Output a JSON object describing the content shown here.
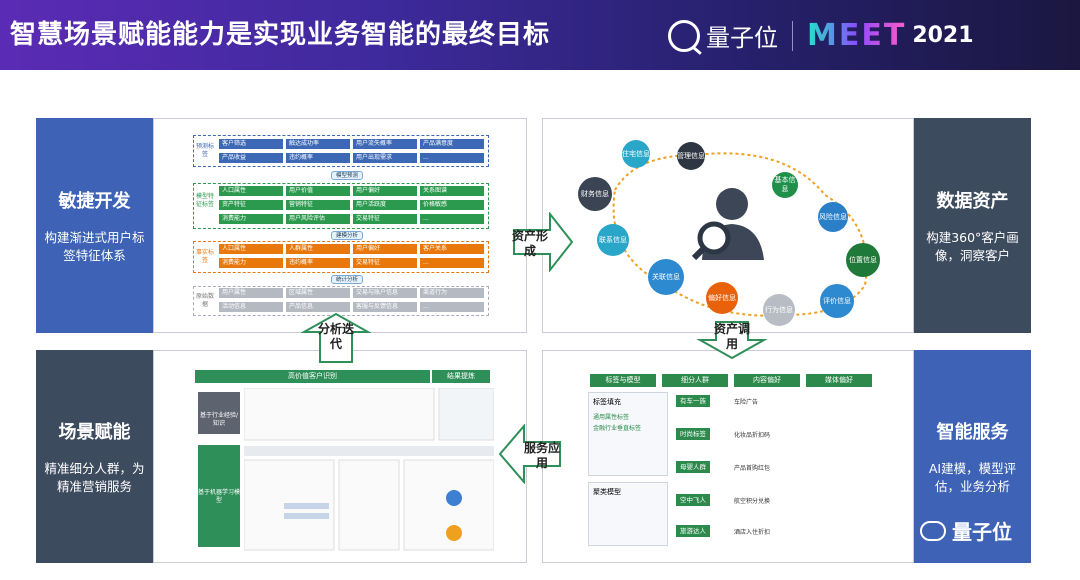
{
  "header": {
    "title": "智慧场景赋能能力是实现业务智能的最终目标",
    "brand_name": "量子位",
    "event": "MEET",
    "year": "2021"
  },
  "quadrants": {
    "agile": {
      "title": "敏捷开发",
      "desc": "构建渐进式用户标签特征体系"
    },
    "data_assets": {
      "title": "数据资产",
      "desc": "构建360°客户画像，洞察客户"
    },
    "scene": {
      "title": "场景赋能",
      "desc": "精准细分人群，为精准营销服务"
    },
    "smart": {
      "title": "智能服务",
      "desc": "AI建模，模型评估，业务分析"
    }
  },
  "arrows": {
    "assets_form": "资产形成",
    "analysis_iter": "分析迭代",
    "assets_call": "资产调用",
    "service_app": "服务应用"
  },
  "tag_system": {
    "groups": [
      {
        "label": "预测标签",
        "color": "blue",
        "rows": [
          [
            "客户筛选",
            "触达成功率",
            "用户流失概率",
            "产品满意度"
          ],
          [
            "产品收益",
            "违约概率",
            "用户出现需求",
            "..."
          ]
        ]
      },
      {
        "label": "模型特征标签",
        "color": "green",
        "rows": [
          [
            "人口属性",
            "用户价值",
            "用户偏好",
            "关系图谱"
          ],
          [
            "资产特征",
            "营销特征",
            "用户活跃度",
            "价格敏感"
          ],
          [
            "消费能力",
            "用户风险评估",
            "交易特征",
            "..."
          ]
        ]
      },
      {
        "label": "事实标签",
        "color": "orange",
        "rows": [
          [
            "人口属性",
            "人群属性",
            "用户偏好",
            "客户关系"
          ],
          [
            "消费能力",
            "违约概率",
            "交易特征",
            "..."
          ]
        ]
      },
      {
        "label": "原始数据",
        "color": "gray",
        "rows": [
          [
            "用户属性",
            "区域属性",
            "交易与账户信息",
            "渠道行为"
          ],
          [
            "活动信息",
            "产品信息",
            "客服与反馈信息",
            "..."
          ]
        ]
      }
    ],
    "stages": [
      "模型预测",
      "建模分析",
      "统计分析"
    ]
  },
  "bubbles": [
    "管理信息",
    "住宅信息",
    "财务信息",
    "基本信息",
    "联系信息",
    "风险信息",
    "关联信息",
    "位置信息",
    "偏好信息",
    "行为信息",
    "评价信息"
  ],
  "scene_panel": {
    "banner": "高价值客户识别",
    "banner2": "结果提炼",
    "side1": "基于行业经验/知识",
    "side2": "基于机器学习模型"
  },
  "service_panel": {
    "headers": [
      "标签与模型",
      "细分人群",
      "内容偏好",
      "媒体偏好"
    ],
    "left1_title": "标签填充",
    "left1_items": [
      "通用属性标签",
      "金融行业垂直标签"
    ],
    "left2_title": "聚类模型",
    "segments": [
      {
        "icon": "car-icon",
        "name": "有车一族",
        "content": "车险广告"
      },
      {
        "icon": "bag-icon",
        "name": "时尚标签",
        "content": "化妆品折扣码"
      },
      {
        "icon": "baby-icon",
        "name": "母婴人群",
        "content": "产品首购红包"
      },
      {
        "icon": "plane-icon",
        "name": "空中飞人",
        "content": "航空积分兑换"
      },
      {
        "icon": "suitcase-icon",
        "name": "旅游达人",
        "content": "酒店入住折扣"
      }
    ]
  },
  "watermark": "量子位",
  "colors": {
    "blue": "#3e63b6",
    "slate": "#3d4b5f",
    "green": "#2b9a4e",
    "orange": "#e8780b"
  }
}
